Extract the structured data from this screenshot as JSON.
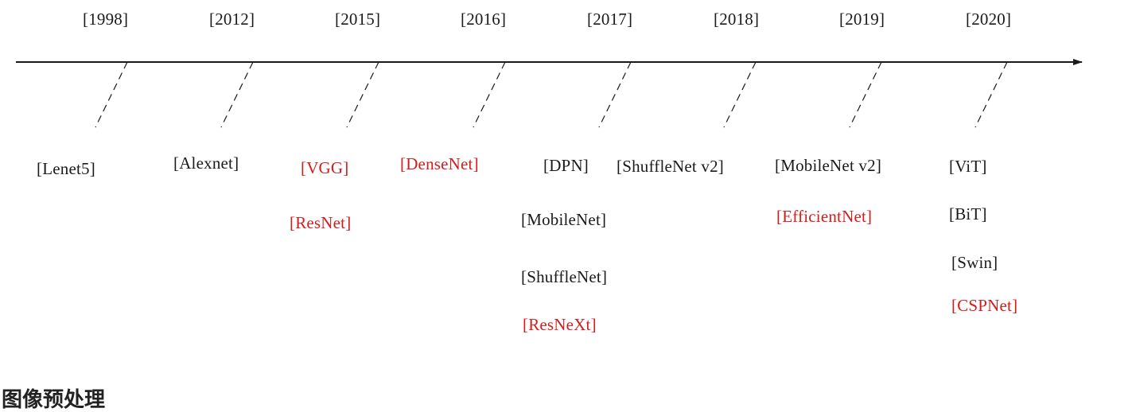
{
  "colors": {
    "line": "#1a1a1a",
    "highlight": "#d41c1c",
    "text": "#1a1a1a"
  },
  "years": [
    "[1998]",
    "[2012]",
    "[2015]",
    "[2016]",
    "[2017]",
    "[2018]",
    "[2019]",
    "[2020]"
  ],
  "models": {
    "m1998": [
      {
        "label": "[Lenet5]",
        "highlight": false
      }
    ],
    "m2012": [
      {
        "label": "[Alexnet]",
        "highlight": false
      }
    ],
    "m2015": [
      {
        "label": "[VGG]",
        "highlight": true
      },
      {
        "label": "[ResNet]",
        "highlight": true
      }
    ],
    "m2016": [
      {
        "label": "[DenseNet]",
        "highlight": true
      }
    ],
    "m2017": [
      {
        "label": "[DPN]",
        "highlight": false
      },
      {
        "label": "[MobileNet]",
        "highlight": false
      },
      {
        "label": "[ShuffleNet]",
        "highlight": false
      },
      {
        "label": "[ResNeXt]",
        "highlight": true
      }
    ],
    "m2018": [
      {
        "label": "[ShuffleNet v2]",
        "highlight": false
      }
    ],
    "m2019": [
      {
        "label": "[MobileNet v2]",
        "highlight": false
      },
      {
        "label": "[EfficientNet]",
        "highlight": true
      }
    ],
    "m2020": [
      {
        "label": "[ViT]",
        "highlight": false
      },
      {
        "label": "[BiT]",
        "highlight": false
      },
      {
        "label": "[Swin]",
        "highlight": false
      },
      {
        "label": "[CSPNet]",
        "highlight": true
      }
    ]
  },
  "heading": "图像预处理"
}
